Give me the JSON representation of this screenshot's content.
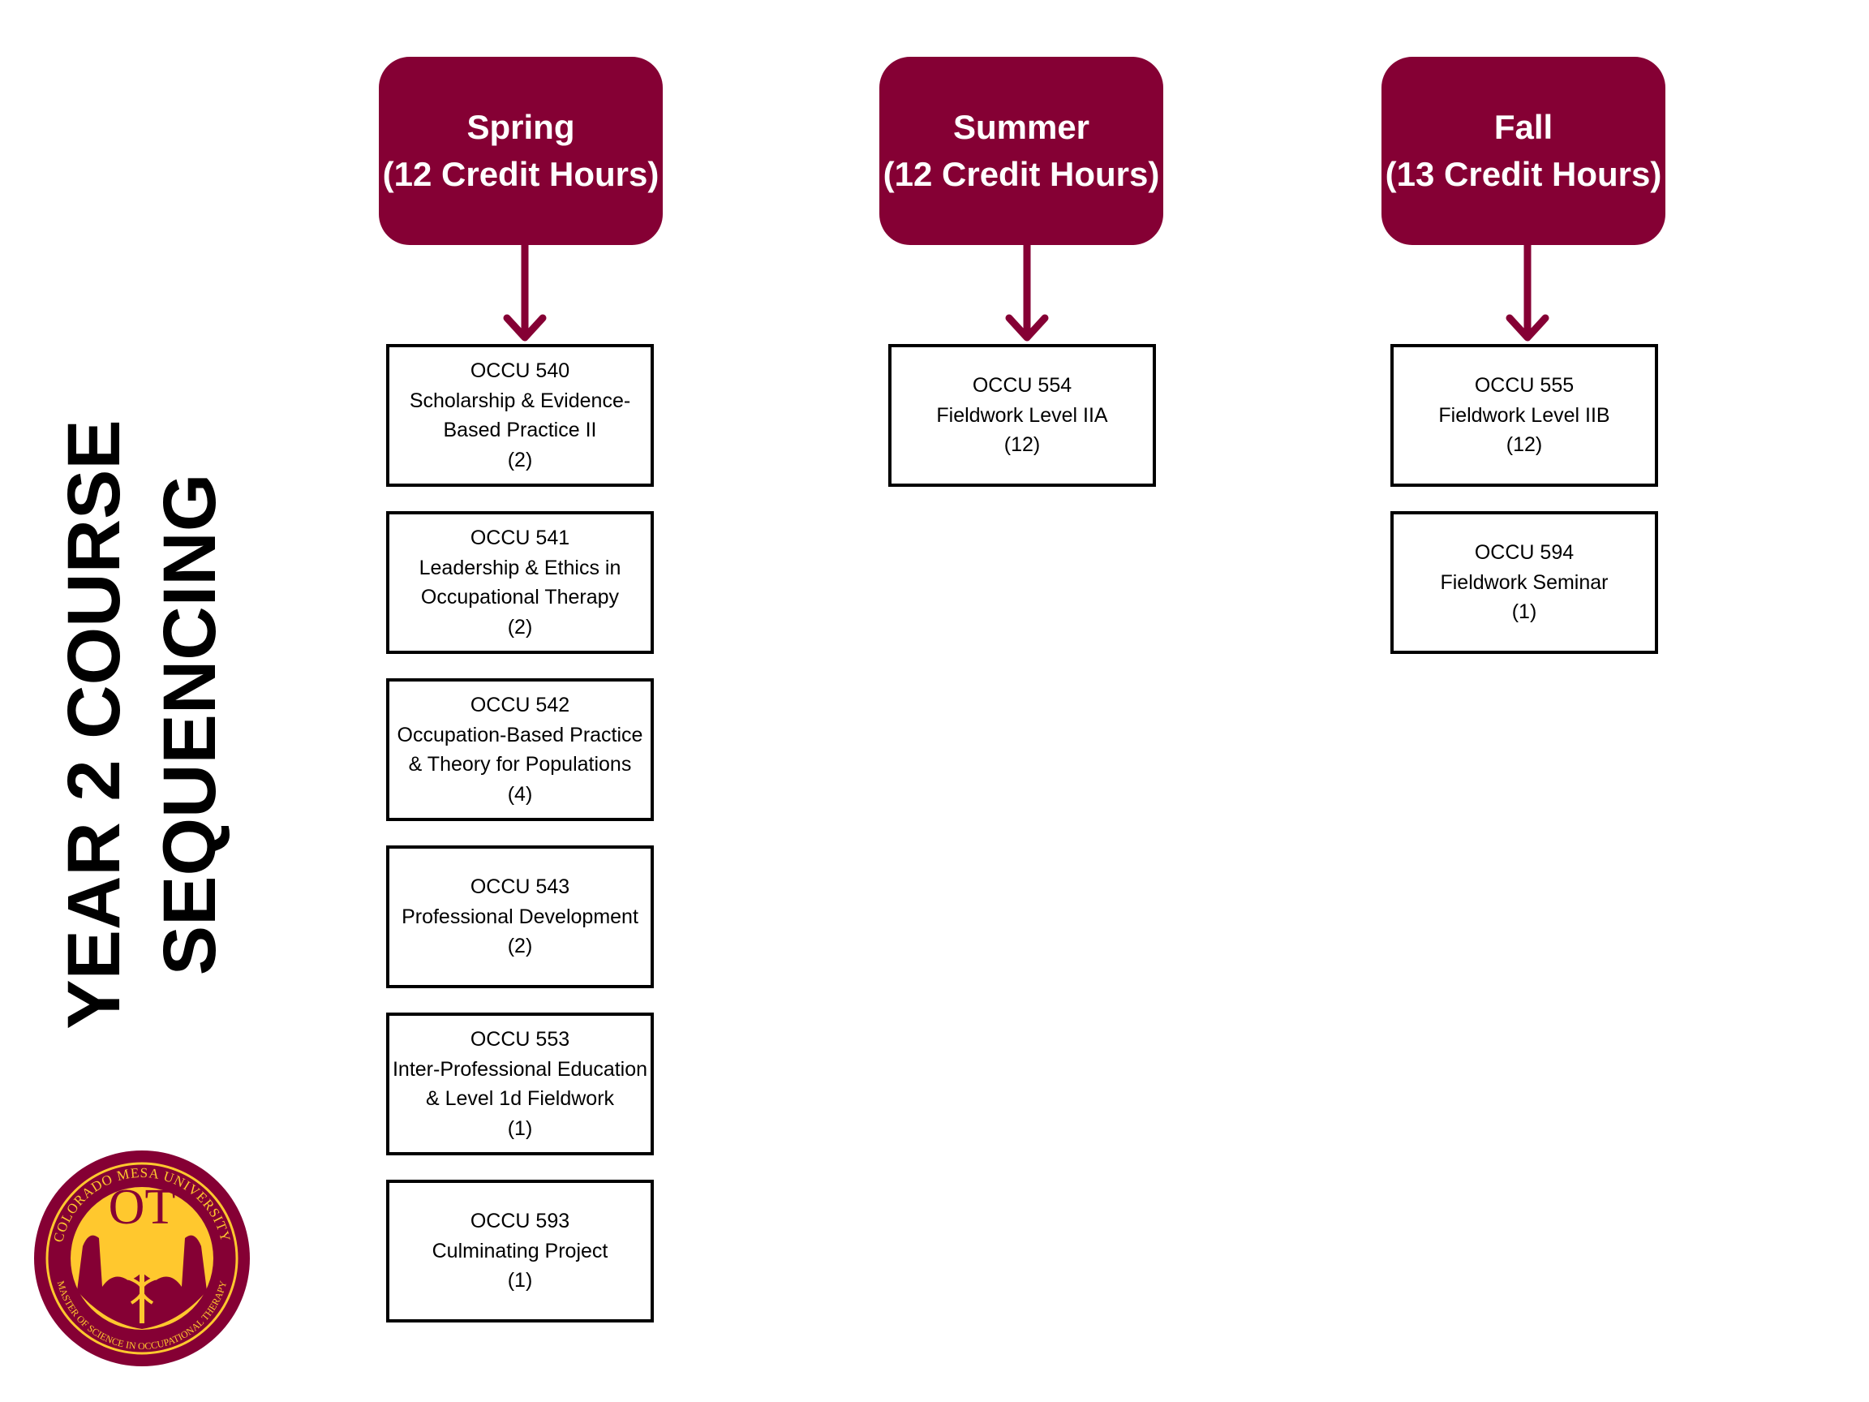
{
  "title": {
    "line1": "YEAR 2 COURSE",
    "line2": "SEQUENCING"
  },
  "colors": {
    "maroon": "#850034",
    "gold": "#FFC82E"
  },
  "logo": {
    "mark": "OT",
    "ring_top": "COLORADO MESA UNIVERSITY",
    "ring_bottom": "MASTER OF SCIENCE IN OCCUPATIONAL THERAPY",
    "icon": "caduceus-mesa-icon"
  },
  "terms": [
    {
      "name": "Spring",
      "credits": "(12 Credit Hours)",
      "courses": [
        {
          "code": "OCCU 540",
          "title1": "Scholarship & Evidence-",
          "title2": "Based Practice II",
          "credits": "(2)"
        },
        {
          "code": "OCCU 541",
          "title1": "Leadership & Ethics in",
          "title2": "Occupational Therapy",
          "credits": "(2)"
        },
        {
          "code": "OCCU 542",
          "title1": "Occupation-Based Practice",
          "title2": "& Theory for Populations",
          "credits": "(4)"
        },
        {
          "code": "OCCU 543",
          "title1": "Professional Development",
          "credits": "(2)"
        },
        {
          "code": "OCCU 553",
          "title1": "Inter-Professional Education",
          "title2": "& Level 1d Fieldwork",
          "credits": "(1)"
        },
        {
          "code": "OCCU 593",
          "title1": "Culminating Project",
          "credits": "(1)"
        }
      ]
    },
    {
      "name": "Summer",
      "credits": "(12 Credit Hours)",
      "courses": [
        {
          "code": "OCCU 554",
          "title1": "Fieldwork Level IIA",
          "credits": "(12)"
        }
      ]
    },
    {
      "name": "Fall",
      "credits": "(13 Credit Hours)",
      "courses": [
        {
          "code": "OCCU 555",
          "title1": "Fieldwork Level IIB",
          "credits": "(12)"
        },
        {
          "code": "OCCU 594",
          "title1": "Fieldwork Seminar",
          "credits": "(1)"
        }
      ]
    }
  ]
}
